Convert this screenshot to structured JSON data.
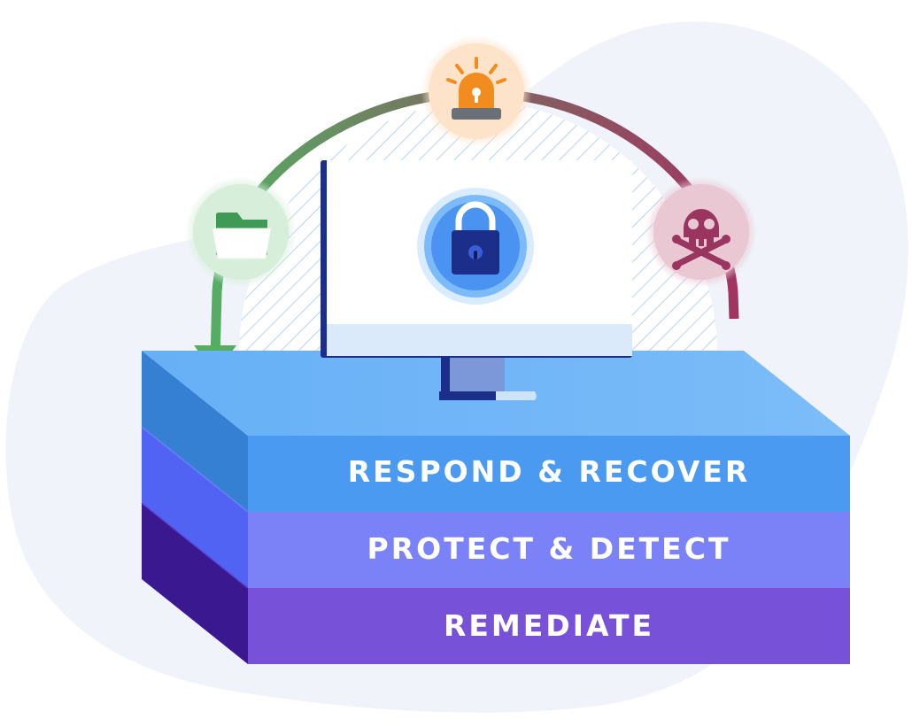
{
  "diagram": {
    "layers": [
      {
        "label": "RESPOND & RECOVER",
        "front_color": "#4a9af2",
        "side_color": "#3680d4"
      },
      {
        "label": "PROTECT & DETECT",
        "front_color": "#7b82f7",
        "side_color": "#5163f3"
      },
      {
        "label": "REMEDIATE",
        "front_color": "#7752d9",
        "side_color": "#3a1890"
      }
    ],
    "platform_top_color": "#6fb4f7",
    "stages": [
      {
        "icon": "folder-icon",
        "color": "#5aa86a"
      },
      {
        "icon": "siren-icon",
        "color": "#f28c1e"
      },
      {
        "icon": "skull-crossbones-icon",
        "color": "#9a3560"
      }
    ],
    "center_icon": "padlock-icon",
    "arc_colors": {
      "start": "#55ad63",
      "end": "#a13462"
    },
    "background_blob_color": "#f0f4fa"
  }
}
